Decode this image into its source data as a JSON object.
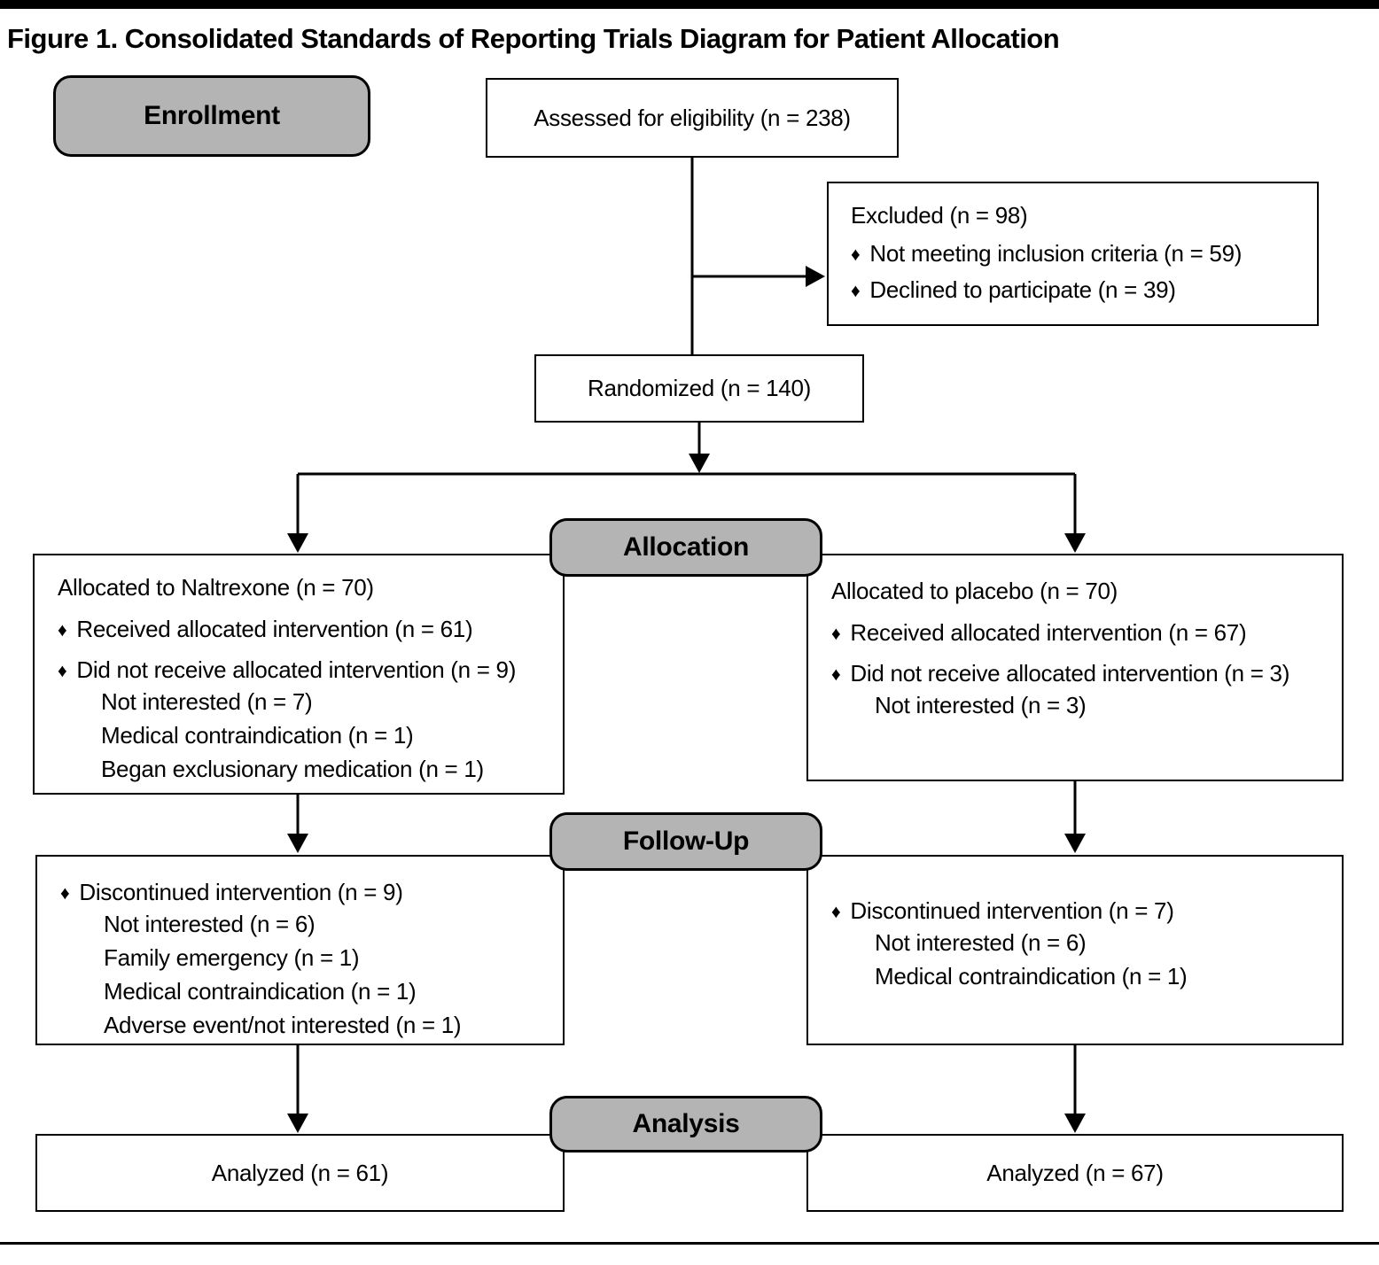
{
  "page": {
    "title": "Figure 1. Consolidated Standards of Reporting Trials Diagram for Patient Allocation"
  },
  "ui": {
    "bullet": "♦"
  },
  "stages": {
    "enrollment": "Enrollment",
    "allocation": "Allocation",
    "followup": "Follow-Up",
    "analysis": "Analysis"
  },
  "enrollment": {
    "assessed": "Assessed for eligibility (n = 238)",
    "excluded": {
      "title": "Excluded (n = 98)",
      "items": [
        "Not meeting inclusion criteria (n = 59)",
        "Declined to participate (n = 39)"
      ]
    },
    "randomized": "Randomized (n = 140)"
  },
  "allocation": {
    "left": {
      "title": "Allocated to Naltrexone (n = 70)",
      "bullets": [
        {
          "text": "Received allocated intervention (n = 61)",
          "subitems": []
        },
        {
          "text": "Did not receive allocated intervention (n = 9)",
          "subitems": [
            "Not interested (n = 7)",
            "Medical contraindication (n = 1)",
            "Began exclusionary medication (n = 1)"
          ]
        }
      ]
    },
    "right": {
      "title": "Allocated to placebo (n = 70)",
      "bullets": [
        {
          "text": "Received allocated intervention (n = 67)",
          "subitems": []
        },
        {
          "text": "Did not receive allocated intervention (n = 3)",
          "subitems": [
            "Not interested (n = 3)"
          ]
        }
      ]
    }
  },
  "followup": {
    "left": {
      "bullets": [
        {
          "text": "Discontinued intervention (n = 9)",
          "subitems": [
            "Not interested (n = 6)",
            "Family emergency (n = 1)",
            "Medical contraindication (n = 1)",
            "Adverse event/not interested (n = 1)"
          ]
        }
      ]
    },
    "right": {
      "bullets": [
        {
          "text": "Discontinued intervention (n = 7)",
          "subitems": [
            "Not interested (n = 6)",
            "Medical contraindication (n = 1)"
          ]
        }
      ]
    }
  },
  "analysis": {
    "left": "Analyzed (n = 61)",
    "right": "Analyzed (n = 67)"
  }
}
